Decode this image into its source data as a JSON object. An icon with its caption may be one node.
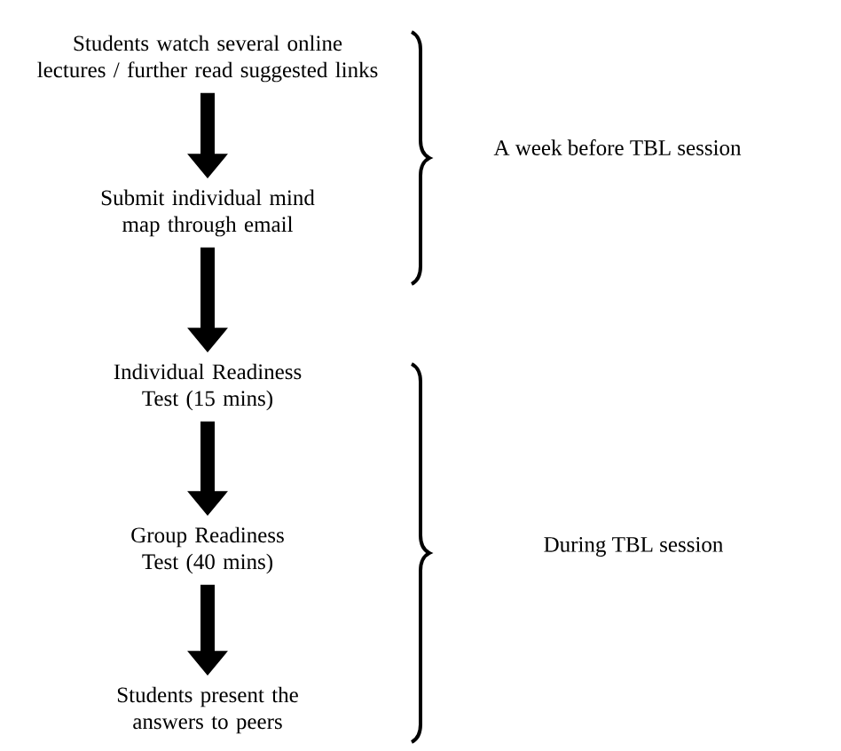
{
  "diagram": {
    "nodes": [
      {
        "text": [
          "Students watch several online lectures / further read suggested links"
        ]
      },
      {
        "text": [
          "Submit individual mind map through email"
        ]
      },
      {
        "text": [
          "Individual Readiness Test (15 mins)"
        ]
      },
      {
        "text": [
          "Group Readiness Test (40 mins)"
        ]
      },
      {
        "text": [
          "Students present the answers to peers"
        ]
      }
    ],
    "edges": [
      {
        "from": 0,
        "to": 1,
        "arrow": "to"
      },
      {
        "from": 1,
        "to": 2,
        "arrow": "to"
      },
      {
        "from": 2,
        "to": 3,
        "arrow": "to"
      },
      {
        "from": 3,
        "to": 4,
        "arrow": "to"
      }
    ],
    "labels": [
      "A week before TBL session",
      "During TBL session"
    ]
  }
}
